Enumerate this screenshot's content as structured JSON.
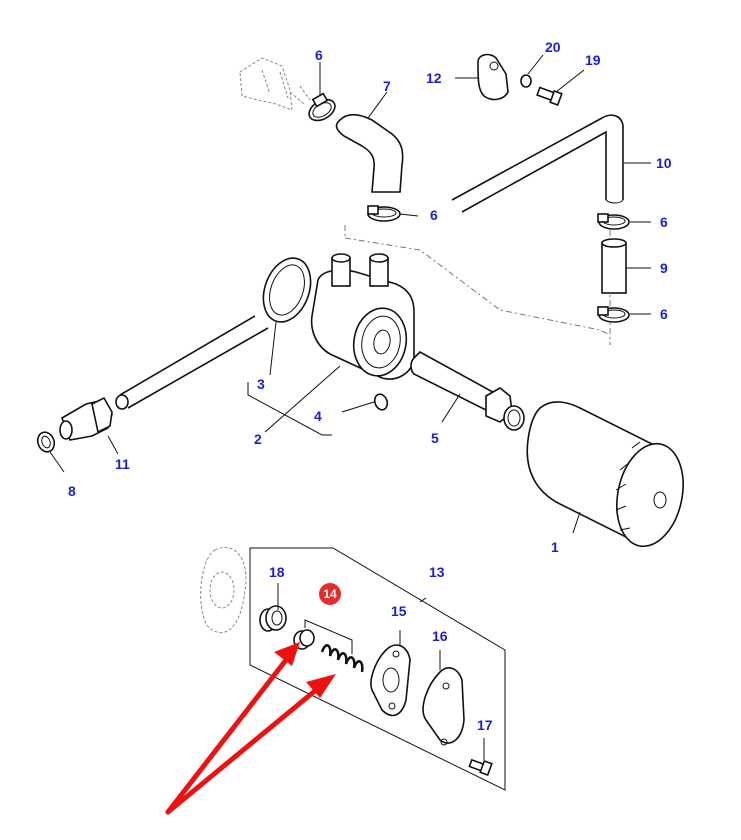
{
  "diagram": {
    "title": "Oil cooler and filter assembly exploded parts diagram",
    "label_color": "#1e1ecc",
    "highlight_color": "#e52b2b",
    "arrow_color": "#ee1111",
    "callouts": [
      {
        "id": "1",
        "part": "oil-filter"
      },
      {
        "id": "2",
        "part": "oil-cooler"
      },
      {
        "id": "3",
        "part": "o-ring-seal"
      },
      {
        "id": "4",
        "part": "plug"
      },
      {
        "id": "5",
        "part": "threaded-connector"
      },
      {
        "id": "6",
        "part": "hose-clamp"
      },
      {
        "id": "7",
        "part": "elbow-hose"
      },
      {
        "id": "8",
        "part": "sealing-washer"
      },
      {
        "id": "9",
        "part": "short-hose"
      },
      {
        "id": "10",
        "part": "coolant-pipe"
      },
      {
        "id": "11",
        "part": "union-fitting"
      },
      {
        "id": "12",
        "part": "pipe-bracket"
      },
      {
        "id": "13",
        "part": "relief-valve-kit"
      },
      {
        "id": "14",
        "part": "valve-and-spring",
        "highlighted": true
      },
      {
        "id": "15",
        "part": "gasket"
      },
      {
        "id": "16",
        "part": "cover-plate"
      },
      {
        "id": "17",
        "part": "bolt"
      },
      {
        "id": "18",
        "part": "valve-seat"
      },
      {
        "id": "19",
        "part": "bolt"
      },
      {
        "id": "20",
        "part": "nut"
      }
    ],
    "labels": {
      "l1": "1",
      "l2": "2",
      "l3": "3",
      "l4": "4",
      "l5": "5",
      "l6a": "6",
      "l6b": "6",
      "l6c": "6",
      "l6d": "6",
      "l7": "7",
      "l8": "8",
      "l9": "9",
      "l10": "10",
      "l11": "11",
      "l12": "12",
      "l13": "13",
      "l14": "14",
      "l15": "15",
      "l16": "16",
      "l17": "17",
      "l18": "18",
      "l19": "19",
      "l20": "20"
    },
    "annotation": "Red arrows point to item 14 (valve and spring)"
  }
}
